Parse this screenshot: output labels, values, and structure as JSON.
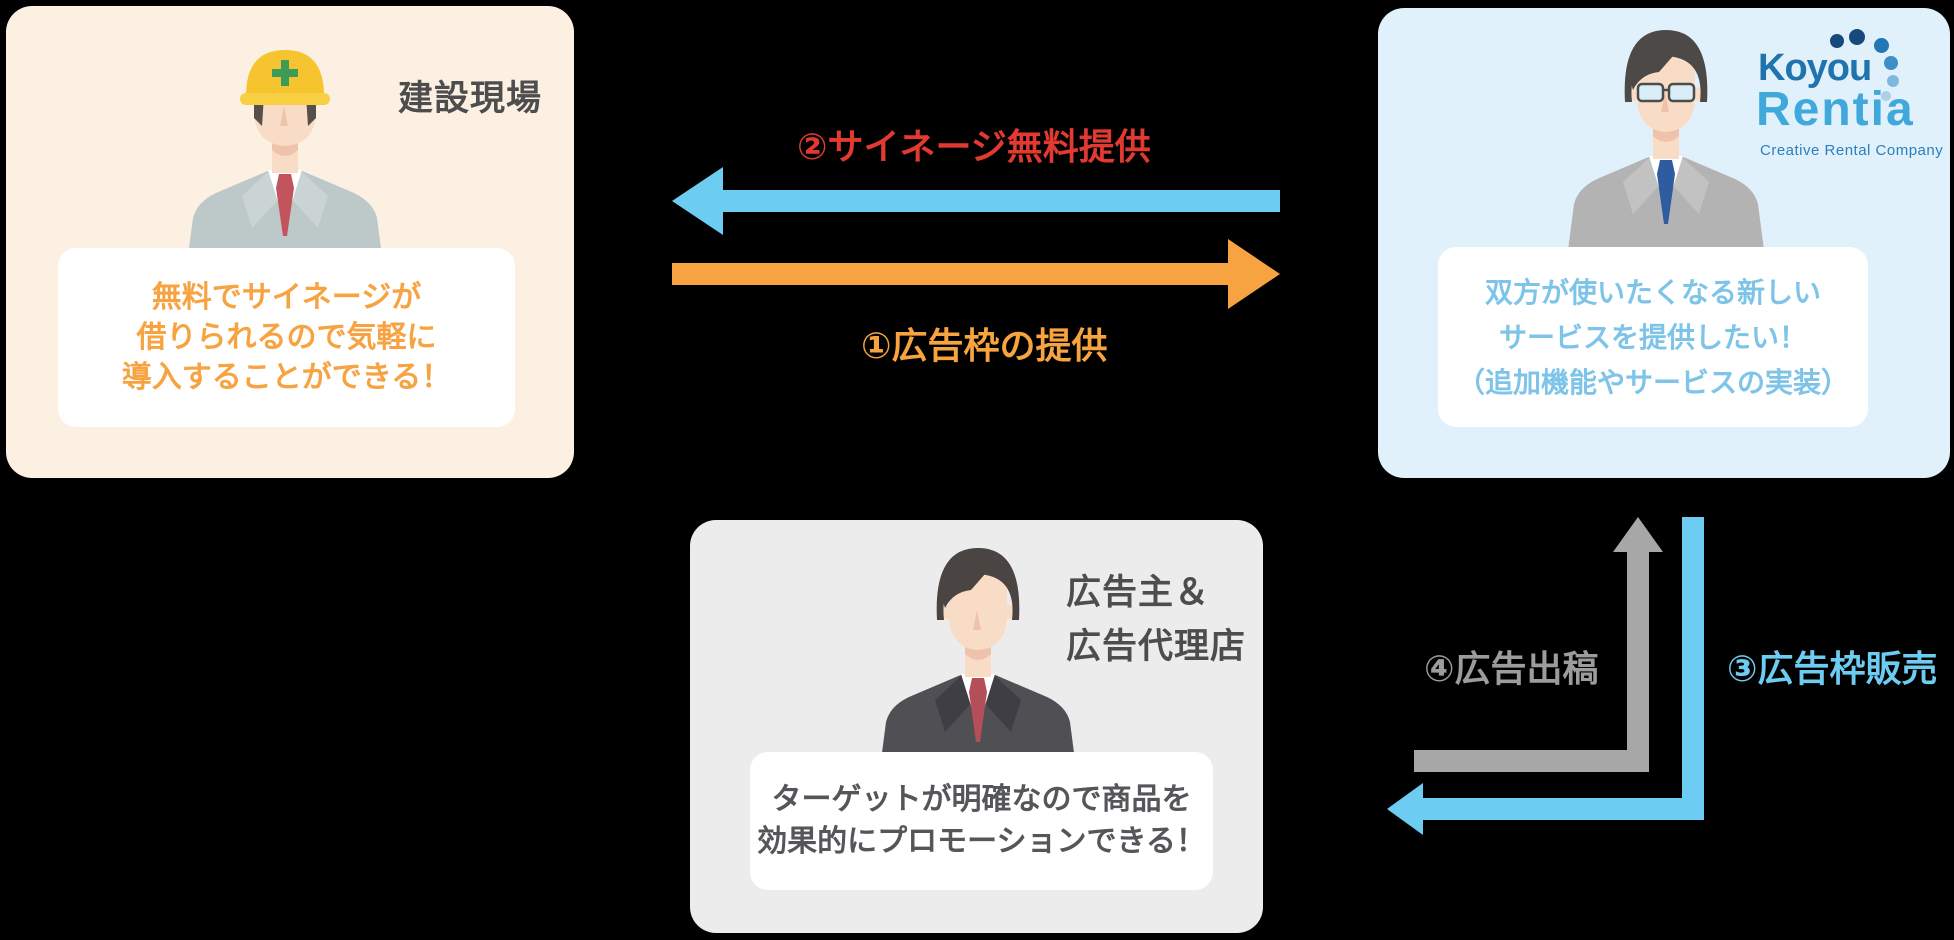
{
  "page": {
    "background": "#000000"
  },
  "cards": {
    "construction": {
      "title": "建設現場",
      "bubble_lines": [
        "無料でサイネージが",
        "借りられるので気軽に",
        "導入することができる！"
      ]
    },
    "rentia": {
      "logo_line1": "Koyou",
      "logo_line2": "Rentia",
      "logo_tagline": "Creative Rental Company",
      "bubble_lines": [
        "双方が使いたくなる新しい",
        "サービスを提供したい！",
        "（追加機能やサービスの実装）"
      ]
    },
    "advertiser": {
      "title_line1": "広告主＆",
      "title_line2": "広告代理店",
      "bubble_lines": [
        "ターゲットが明確なので商品を",
        "効果的にプロモーションできる！"
      ]
    }
  },
  "arrows": {
    "free_signage": {
      "label": "②サイネージ無料提供",
      "direction": "left",
      "color": "#6DCCF1",
      "label_color": "#E23A31"
    },
    "ad_space": {
      "label": "①広告枠の提供",
      "direction": "right",
      "color": "#F7A341",
      "label_color": "#F7A33F"
    },
    "ad_space_sales": {
      "label": "③広告枠販売",
      "direction": "down-left",
      "color": "#6DCCF1",
      "label_color": "#6DCCF1"
    },
    "ad_submission": {
      "label": "④広告出稿",
      "direction": "up",
      "color": "#A7A7A7",
      "label_color": "#9C9C9C"
    }
  },
  "colors": {
    "cream_card": "#FBF0E2",
    "blue_card": "#E0F1FB",
    "gray_card": "#ECECEC",
    "bubble_orange_text": "#F7A341",
    "bubble_blue_text": "#7EC4E9",
    "bubble_gray_text": "#55565A",
    "title_text": "#4D4D4D",
    "logo_blue_dark": "#2173AE",
    "logo_blue_light": "#41A8DC"
  }
}
